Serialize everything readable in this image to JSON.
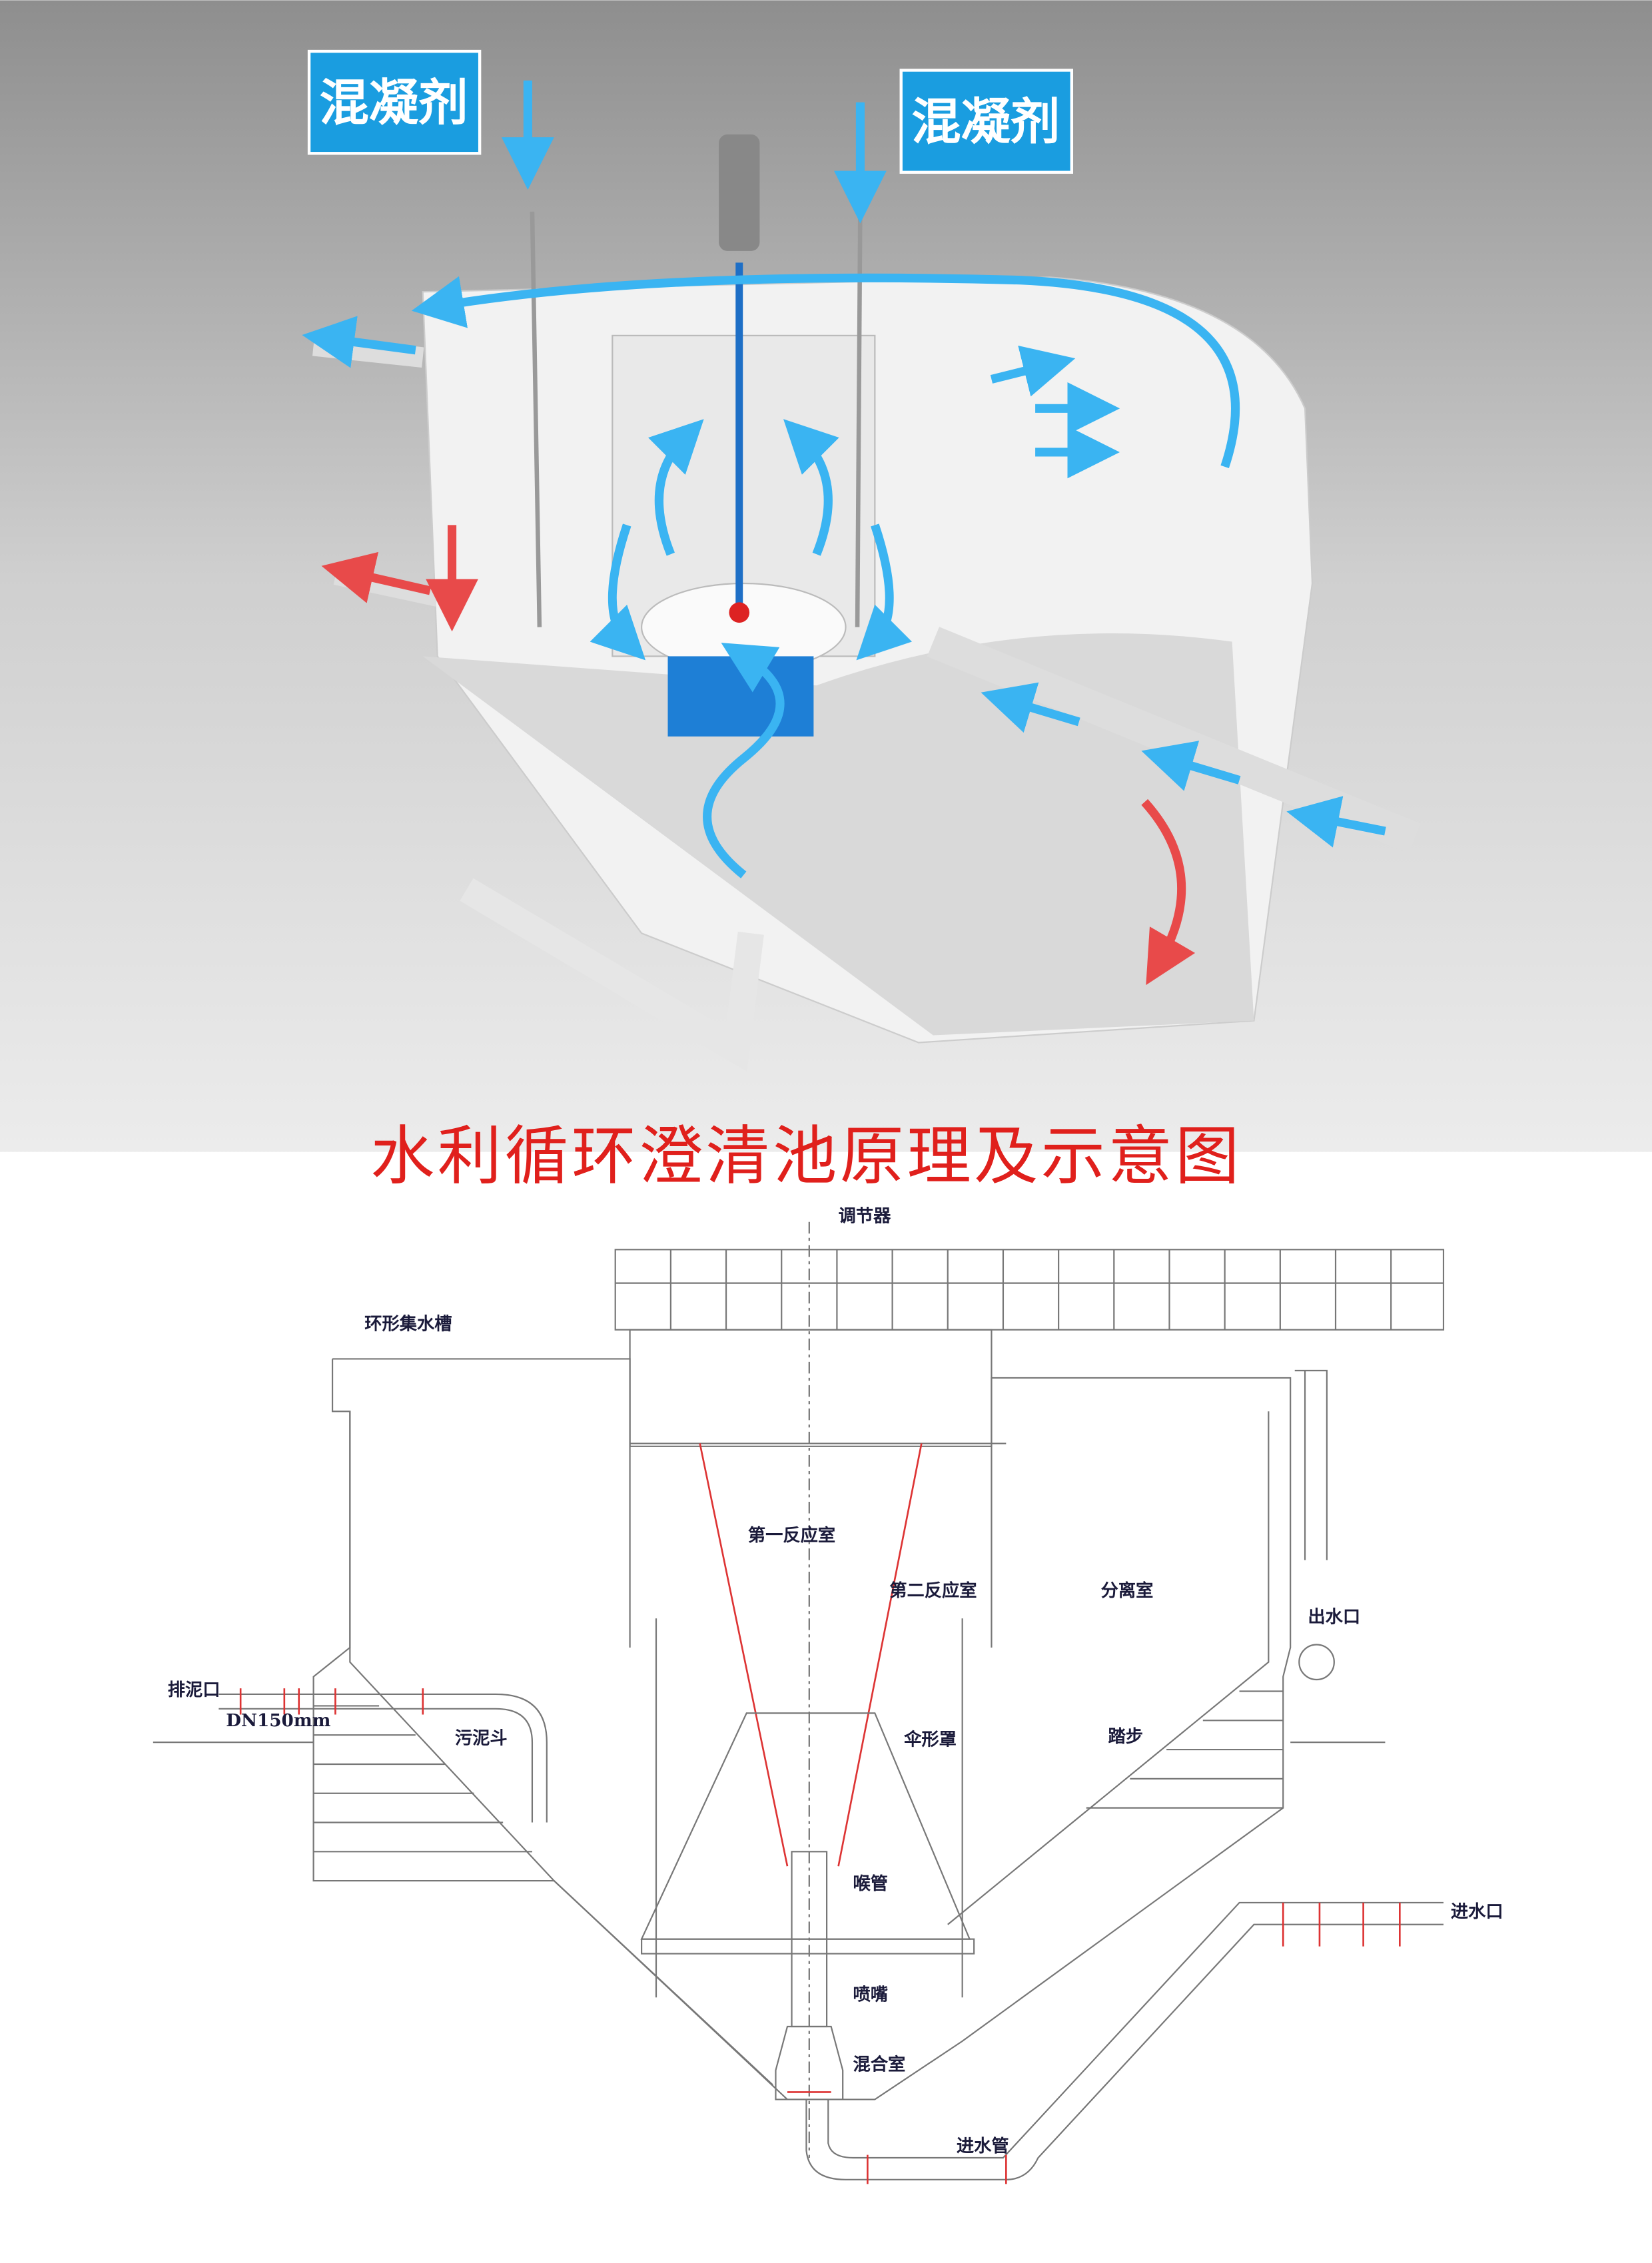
{
  "top_illustration": {
    "coagulant_label_left": "混凝剂",
    "coagulant_label_right": "混凝剂",
    "colors": {
      "flow_arrow": "#3ab4f2",
      "sludge_arrow": "#e84a4a",
      "badge": "#1a9de0",
      "background": "#b8b8b8"
    }
  },
  "title": "水利循环澄清池原理及示意图",
  "diagram": {
    "labels": {
      "regulator": "调节器",
      "ring_collector": "环形集水槽",
      "first_reaction": "第一反应室",
      "second_reaction": "第二反应室",
      "separation": "分离室",
      "outlet": "出水口",
      "sludge_outlet": "排泥口",
      "pipe_size": "DN150mm",
      "sludge_hopper": "污泥斗",
      "umbrella_hood": "伞形罩",
      "steps": "踏步",
      "throat": "喉管",
      "nozzle": "喷嘴",
      "mixing_chamber": "混合室",
      "inlet_pipe": "进水管",
      "inlet": "进水口"
    }
  }
}
